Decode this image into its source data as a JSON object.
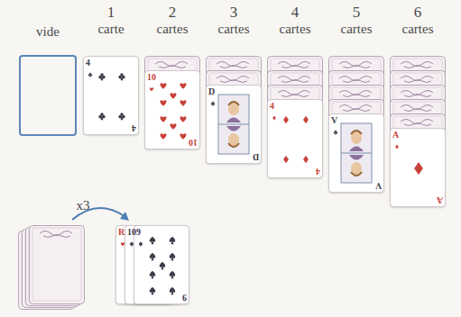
{
  "diagram": {
    "nodes": [
      {
        "text": [
          "4",
          "4"
        ]
      },
      {
        "text": [
          "10",
          "10"
        ]
      },
      {
        "text": [
          "D",
          "D"
        ]
      },
      {
        "text": [
          "4",
          "4"
        ]
      },
      {
        "text": [
          "V",
          "V"
        ]
      },
      {
        "text": [
          "A",
          "A"
        ]
      },
      {
        "text": [
          "R"
        ]
      },
      {
        "text": [
          "10"
        ]
      },
      {
        "text": [
          "9",
          "9"
        ]
      }
    ],
    "labels": [
      "vide",
      "1",
      "carte",
      "2",
      "cartes",
      "3",
      "cartes",
      "4",
      "cartes",
      "5",
      "cartes",
      "6",
      "cartes",
      "x3"
    ]
  }
}
